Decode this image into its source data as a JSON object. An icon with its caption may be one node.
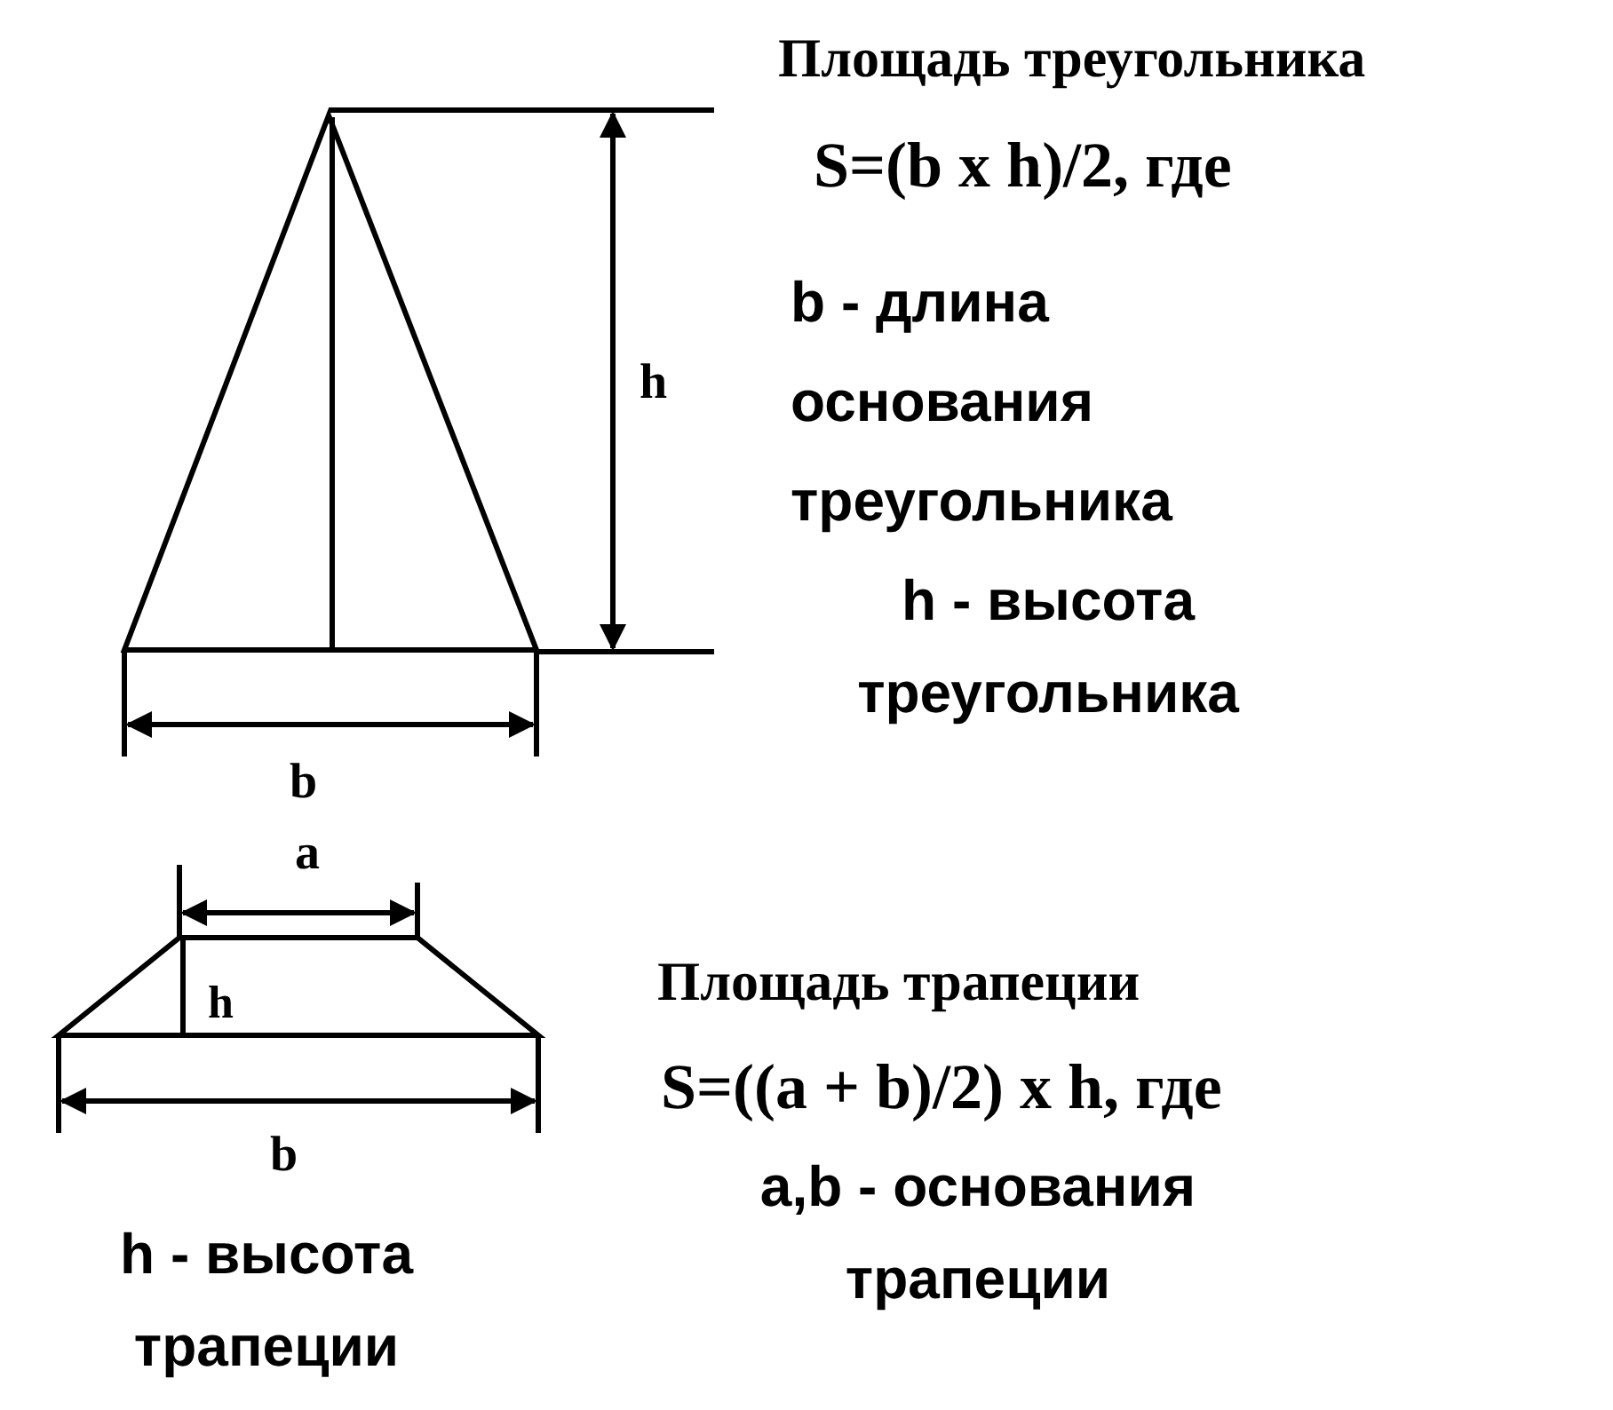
{
  "diagram": {
    "labels": [
      "Площадь треугольника",
      "S=(b x h)/2, где",
      "h",
      "b - длина основания треугольника",
      "h - высота треугольника",
      "b",
      "a",
      "Площадь трапеции",
      "h",
      "S=((a + b)/2) x h, где",
      "b",
      "a,b - основания трапеции",
      "h - высота трапеции"
    ]
  }
}
